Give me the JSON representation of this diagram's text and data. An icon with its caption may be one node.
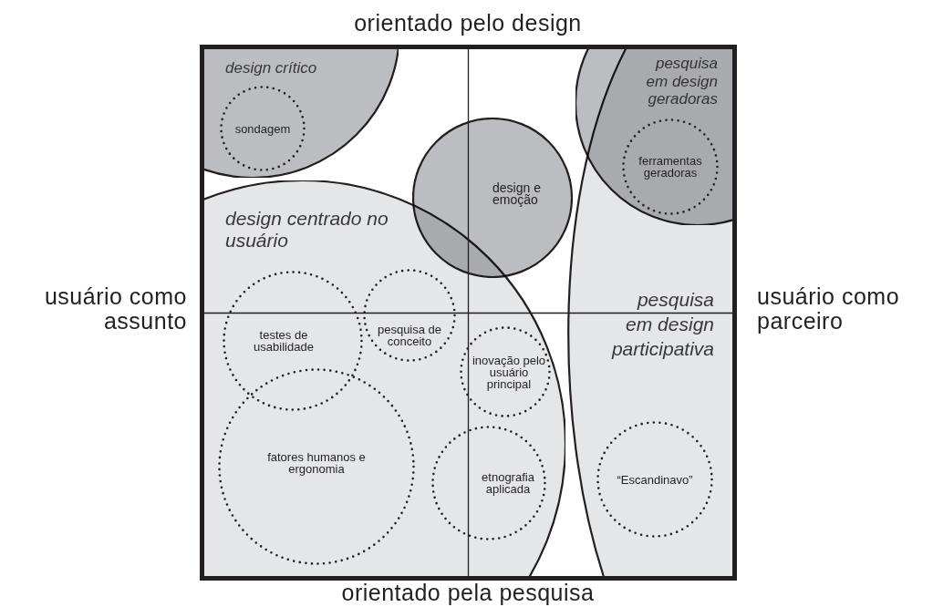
{
  "diagram": {
    "nodes": [
      {
        "text": [
          "design crítico"
        ]
      },
      {
        "text": [
          "sondagem"
        ],
        "in": 0
      },
      {
        "text": [
          "pesquisa em design geradoras"
        ]
      },
      {
        "text": [
          "ferramentas geradoras"
        ]
      },
      {
        "text": [
          "design e emoção"
        ]
      },
      {
        "text": [
          "design centrado no usuário"
        ]
      },
      {
        "text": [
          "testes de usabilidade"
        ],
        "in": 5
      },
      {
        "text": [
          "pesquisa de conceito"
        ],
        "in": 5
      },
      {
        "text": [
          "inovação pelo usuário principal"
        ],
        "in": 5
      },
      {
        "text": [
          "fatores humanos e ergonomia"
        ],
        "in": 5
      },
      {
        "text": [
          "etnografia aplicada"
        ],
        "in": 5
      },
      {
        "text": [
          "pesquisa em design participativa"
        ]
      },
      {
        "text": [
          "“Escandinavo”"
        ],
        "in": 11
      }
    ],
    "edges": [],
    "labels": [
      "orientado pelo design",
      "usuário como assunto",
      "usuário como parceiro",
      "orientado pela pesquisa"
    ]
  }
}
